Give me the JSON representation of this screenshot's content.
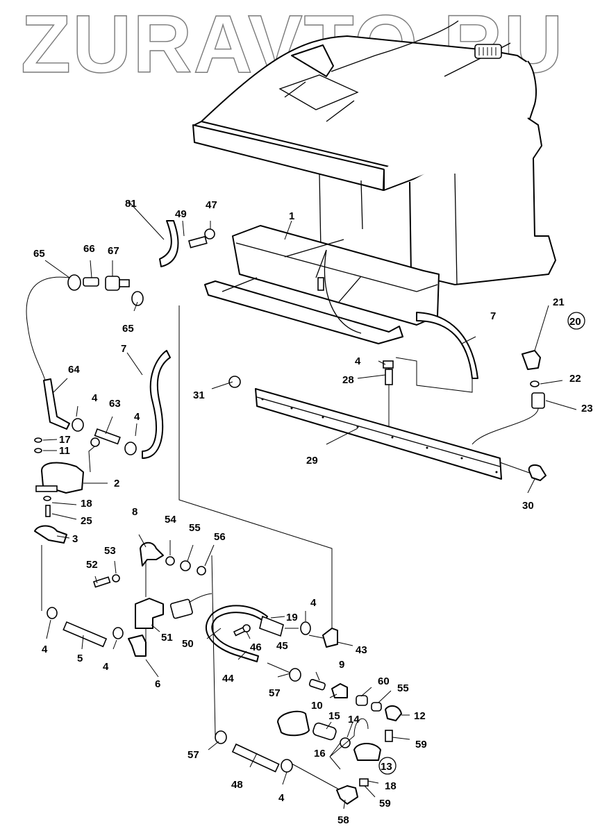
{
  "watermark": "ZURAVTO.RU",
  "diagram": {
    "type": "exploded-parts-diagram",
    "subject": "Washer fluid reservoir with pump, hoses, fittings and nozzle assemblies",
    "group_callouts": [
      {
        "id": "callout-20",
        "label": "20"
      },
      {
        "id": "callout-13",
        "label": "13"
      }
    ],
    "part_labels": [
      {
        "key": "p1",
        "label": "1"
      },
      {
        "key": "p2",
        "label": "2"
      },
      {
        "key": "p3",
        "label": "3"
      },
      {
        "key": "p4a",
        "label": "4"
      },
      {
        "key": "p4b",
        "label": "4"
      },
      {
        "key": "p4c",
        "label": "4"
      },
      {
        "key": "p4d",
        "label": "4"
      },
      {
        "key": "p4e",
        "label": "4"
      },
      {
        "key": "p4f",
        "label": "4"
      },
      {
        "key": "p4g",
        "label": "4"
      },
      {
        "key": "p5",
        "label": "5"
      },
      {
        "key": "p6",
        "label": "6"
      },
      {
        "key": "p7a",
        "label": "7"
      },
      {
        "key": "p7b",
        "label": "7"
      },
      {
        "key": "p8",
        "label": "8"
      },
      {
        "key": "p9",
        "label": "9"
      },
      {
        "key": "p10",
        "label": "10"
      },
      {
        "key": "p11",
        "label": "11"
      },
      {
        "key": "p12",
        "label": "12"
      },
      {
        "key": "p14",
        "label": "14"
      },
      {
        "key": "p15",
        "label": "15"
      },
      {
        "key": "p16",
        "label": "16"
      },
      {
        "key": "p17",
        "label": "17"
      },
      {
        "key": "p18a",
        "label": "18"
      },
      {
        "key": "p18b",
        "label": "18"
      },
      {
        "key": "p19",
        "label": "19"
      },
      {
        "key": "p21",
        "label": "21"
      },
      {
        "key": "p22",
        "label": "22"
      },
      {
        "key": "p23",
        "label": "23"
      },
      {
        "key": "p25",
        "label": "25"
      },
      {
        "key": "p28",
        "label": "28"
      },
      {
        "key": "p29",
        "label": "29"
      },
      {
        "key": "p30",
        "label": "30"
      },
      {
        "key": "p31",
        "label": "31"
      },
      {
        "key": "p43",
        "label": "43"
      },
      {
        "key": "p44",
        "label": "44"
      },
      {
        "key": "p45",
        "label": "45"
      },
      {
        "key": "p46",
        "label": "46"
      },
      {
        "key": "p47",
        "label": "47"
      },
      {
        "key": "p48",
        "label": "48"
      },
      {
        "key": "p49",
        "label": "49"
      },
      {
        "key": "p50",
        "label": "50"
      },
      {
        "key": "p51",
        "label": "51"
      },
      {
        "key": "p52",
        "label": "52"
      },
      {
        "key": "p53",
        "label": "53"
      },
      {
        "key": "p54",
        "label": "54"
      },
      {
        "key": "p55a",
        "label": "55"
      },
      {
        "key": "p55b",
        "label": "55"
      },
      {
        "key": "p56",
        "label": "56"
      },
      {
        "key": "p57a",
        "label": "57"
      },
      {
        "key": "p57b",
        "label": "57"
      },
      {
        "key": "p58",
        "label": "58"
      },
      {
        "key": "p59a",
        "label": "59"
      },
      {
        "key": "p59b",
        "label": "59"
      },
      {
        "key": "p60",
        "label": "60"
      },
      {
        "key": "p63",
        "label": "63"
      },
      {
        "key": "p64",
        "label": "64"
      },
      {
        "key": "p65a",
        "label": "65"
      },
      {
        "key": "p65b",
        "label": "65"
      },
      {
        "key": "p66",
        "label": "66"
      },
      {
        "key": "p67",
        "label": "67"
      },
      {
        "key": "p81",
        "label": "81"
      }
    ]
  }
}
